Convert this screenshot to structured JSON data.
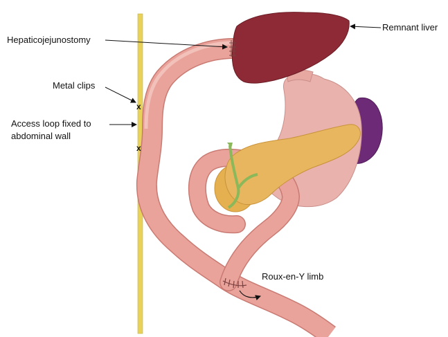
{
  "labels": {
    "hepaticojejunostomy": "Hepaticojejunostomy",
    "remnant_liver": "Remnant liver",
    "metal_clips": "Metal clips",
    "access_loop_line1": "Access loop fixed to",
    "access_loop_line2": "abdominal wall",
    "roux_limb": "Roux-en-Y limb"
  },
  "clip_marks": [
    "x",
    "x"
  ],
  "colors": {
    "abdominal_wall": "#e8d25a",
    "intestine": "#e9a39b",
    "intestine_dark": "#c97a72",
    "liver": "#8e2a35",
    "stomach": "#eab2ad",
    "pancreas": "#e8b65f",
    "spleen": "#6d2a76",
    "gallbladder_duct": "#8ab85a"
  }
}
